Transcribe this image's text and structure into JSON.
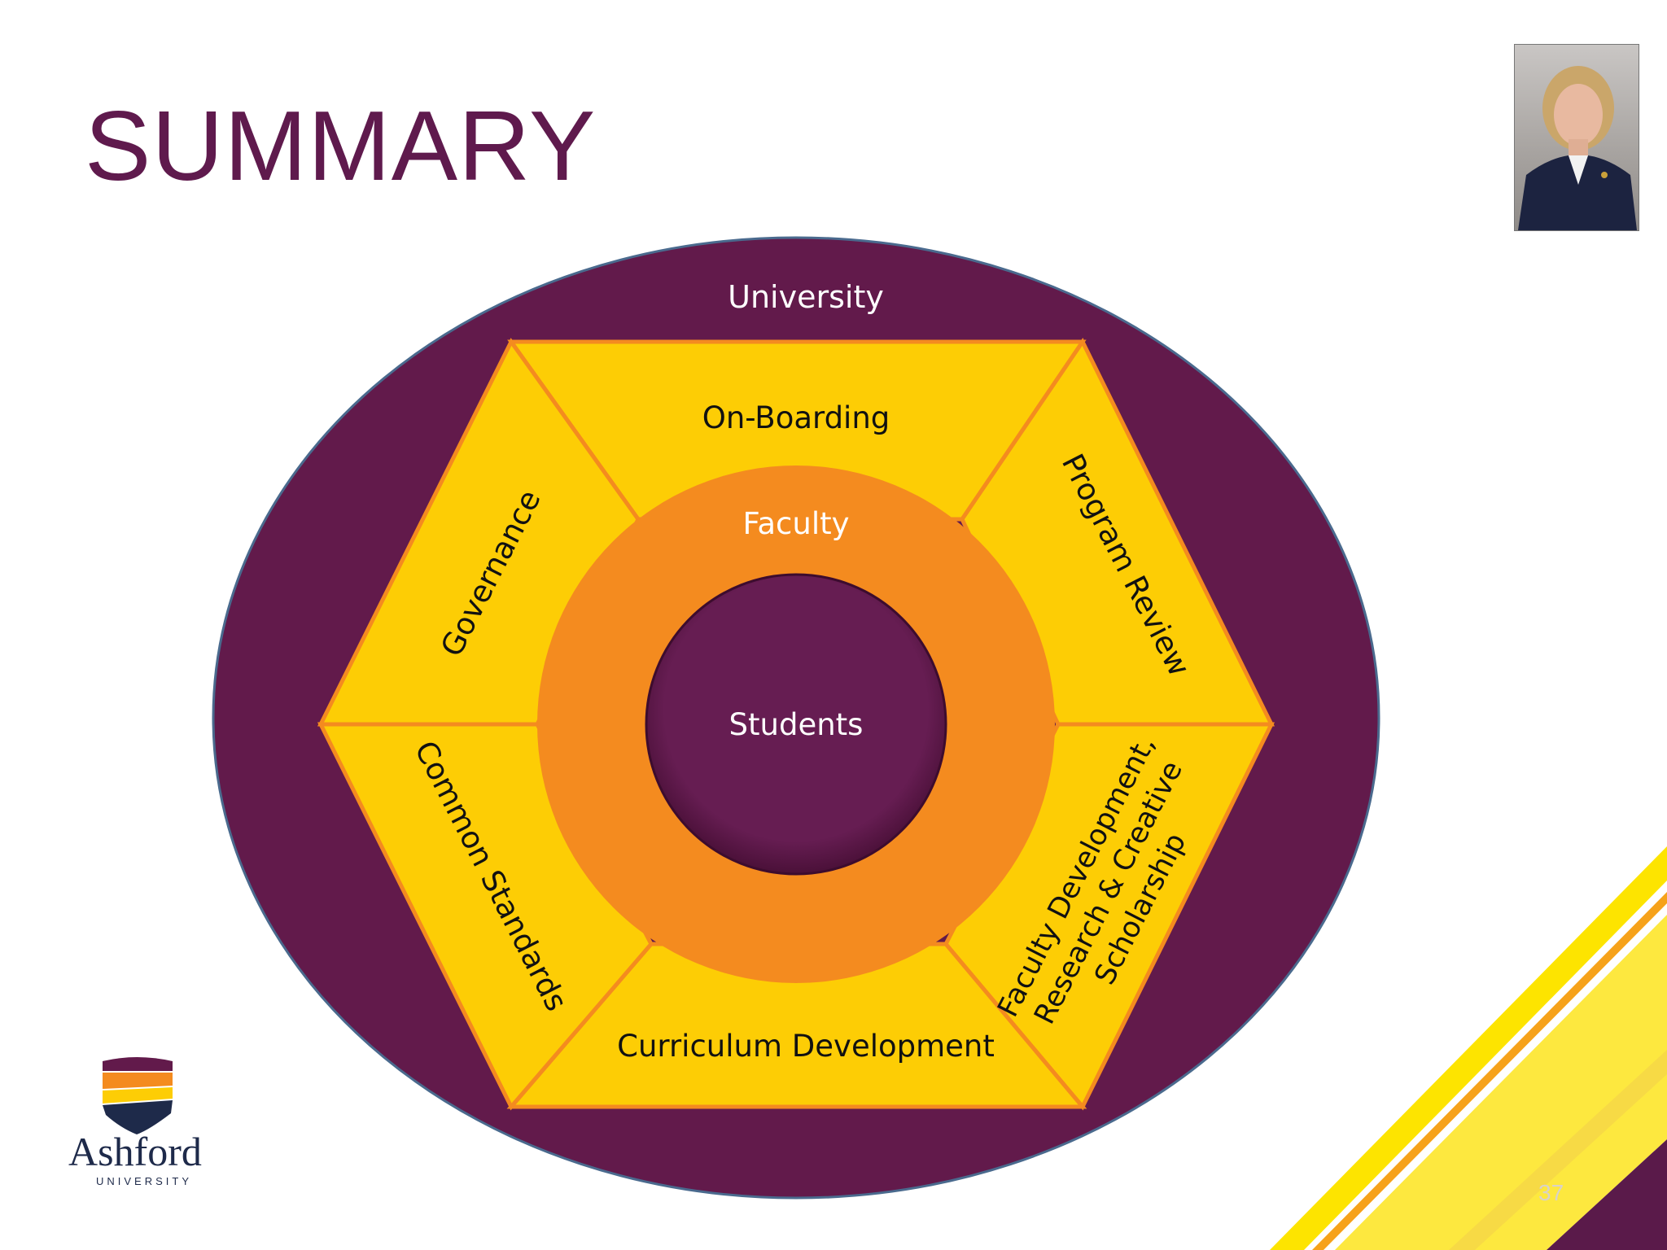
{
  "slide": {
    "title": "SUMMARY",
    "slide_number": "37"
  },
  "logo": {
    "name": "Ashford",
    "sub": "UNIVERSITY"
  },
  "diagram": {
    "outer_label": "University",
    "segments": {
      "top": "On-Boarding",
      "upper_right": "Program Review",
      "lower_right": [
        "Faculty Development,",
        "Research & Creative",
        "Scholarship"
      ],
      "bottom": "Curriculum Development",
      "lower_left": "Common Standards",
      "upper_left": "Governance"
    },
    "ring_label": "Faculty",
    "center_label": "Students"
  },
  "colors": {
    "purple": "#621a4b",
    "yellow": "#fdcd05",
    "orange": "#f48b1f",
    "title": "#5f1a4d"
  },
  "icons": [
    "portrait-photo",
    "shield-logo-icon"
  ]
}
